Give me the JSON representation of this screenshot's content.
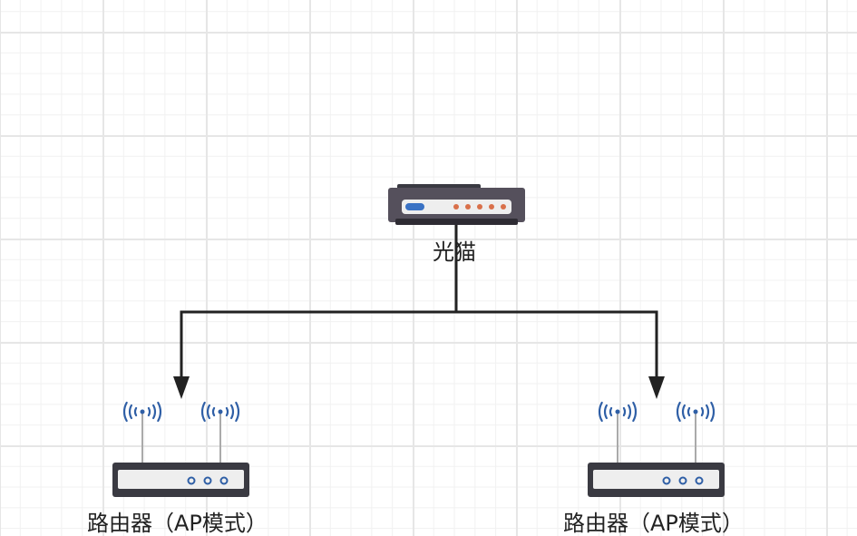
{
  "nodes": {
    "modem": {
      "label": "光猫",
      "icon": "modem-icon"
    },
    "router_left": {
      "label": "路由器（AP模式）",
      "icon": "wifi-router-icon"
    },
    "router_right": {
      "label": "路由器（AP模式）",
      "icon": "wifi-router-icon"
    }
  },
  "colors": {
    "connector": "#222222",
    "device_body": "#3a3a42",
    "panel": "#eeeeee",
    "modem_led": "#d9704a",
    "modem_port": "#3a72c4",
    "router_led": "#2f5fa6",
    "wifi_signal": "#2f5fa6",
    "antenna": "#aaaaaa"
  }
}
